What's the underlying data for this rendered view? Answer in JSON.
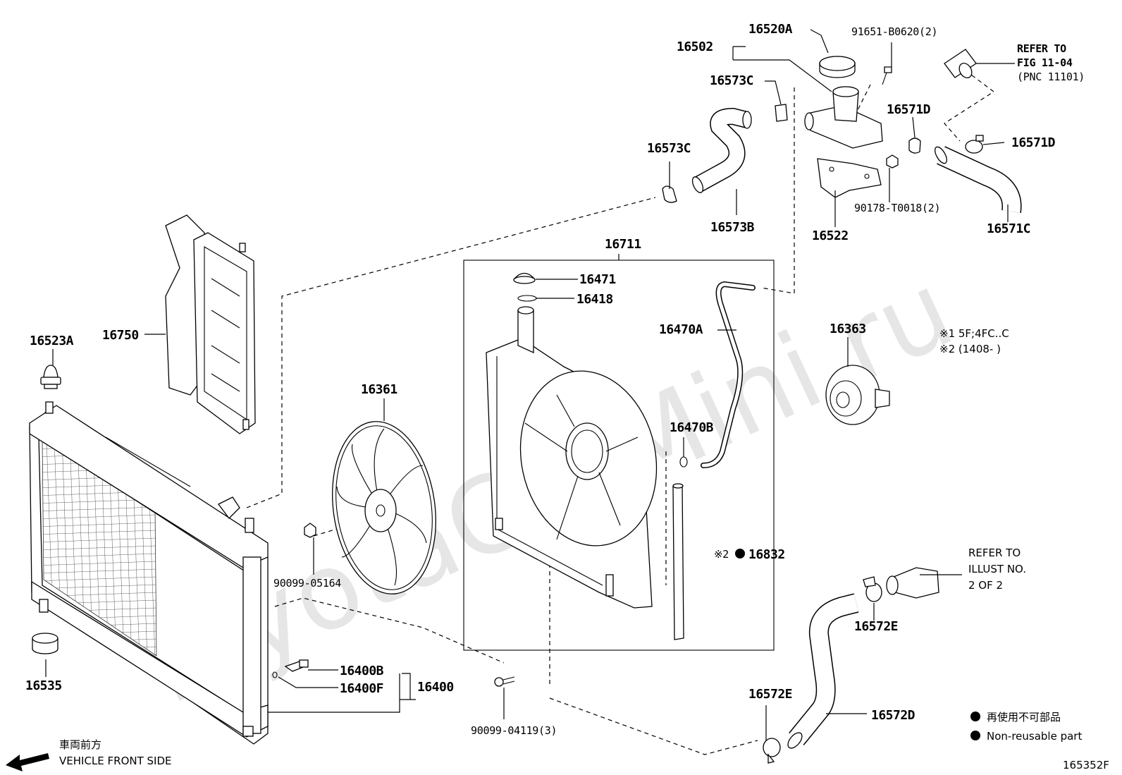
{
  "watermark": "ToyotaCarMini.ru",
  "labels": {
    "p16502": "16502",
    "p16520A": "16520A",
    "p91651": "91651-B0620(2)",
    "p16573C_a": "16573C",
    "p16573C_b": "16573C",
    "p16573B": "16573B",
    "p16571D_a": "16571D",
    "p16571D_b": "16571D",
    "p16571C": "16571C",
    "p90178": "90178-T0018(2)",
    "p16522": "16522",
    "p16711": "16711",
    "p16471": "16471",
    "p16418": "16418",
    "p16470A": "16470A",
    "p16470B": "16470B",
    "p16832": "16832",
    "p16832_mark": "※2",
    "p16363": "16363",
    "p16750": "16750",
    "p16523A": "16523A",
    "p16361": "16361",
    "p90099_05164": "90099-05164",
    "p16535": "16535",
    "p16400B": "16400B",
    "p16400F": "16400F",
    "p16400": "16400",
    "p90099_04119": "90099-04119(3)",
    "p16572E_a": "16572E",
    "p16572E_b": "16572E",
    "p16572D": "16572D"
  },
  "refer_fig": [
    "REFER TO",
    "FIG 11-04",
    "(PNC 11101)"
  ],
  "refer_illust": [
    "REFER TO",
    "ILLUST NO.",
    "2 OF 2"
  ],
  "notes": [
    "※1 5F;4FC..C",
    "※2 (1408-     )"
  ],
  "legend": {
    "jp": "再使用不可部品",
    "en": "Non-reusable part"
  },
  "front": {
    "jp": "車両前方",
    "en": "VEHICLE FRONT SIDE"
  },
  "figure_code": "165352F"
}
